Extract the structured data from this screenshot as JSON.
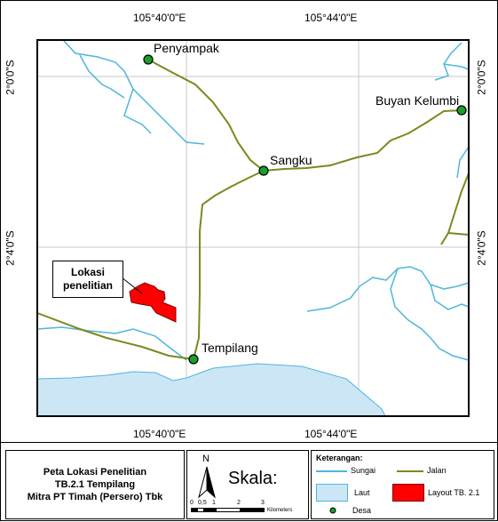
{
  "map": {
    "top_coords": [
      "105°40'0\"E",
      "105°44'0\"E"
    ],
    "bottom_coords": [
      "105°40'0\"E",
      "105°44'0\"E"
    ],
    "left_coords": [
      "2°0'0\"S",
      "2°4'0\"S"
    ],
    "right_coords": [
      "2°0'0\"S",
      "2°4'0\"S"
    ],
    "places": [
      "Penyampak",
      "Buyan Kelumbi",
      "Sangku",
      "Tempilang"
    ],
    "study_area_label": [
      "Lokasi",
      "penelitian"
    ],
    "colors": {
      "river": "#4fb6dc",
      "road": "#7a8a1e",
      "sea": "#cde6f5",
      "layout": "#ff0000",
      "village": "#1a9e2a",
      "grid": "#c8c8c8"
    }
  },
  "title_box": {
    "lines": [
      "Peta Lokasi Penelitian",
      "TB.2.1 Tempilang",
      "Mitra PT Timah (Persero) Tbk"
    ]
  },
  "scale_box": {
    "north": "N",
    "scale_label": "Skala:",
    "ticks": [
      "0",
      "0,5",
      "1",
      "2",
      "3"
    ],
    "unit": "Kilometers"
  },
  "legend": {
    "title": "Keterangan:",
    "items": {
      "river": "Sungai",
      "road": "Jalan",
      "sea": "Laut",
      "layout": "Layout TB. 2.1",
      "village": "Desa"
    }
  }
}
